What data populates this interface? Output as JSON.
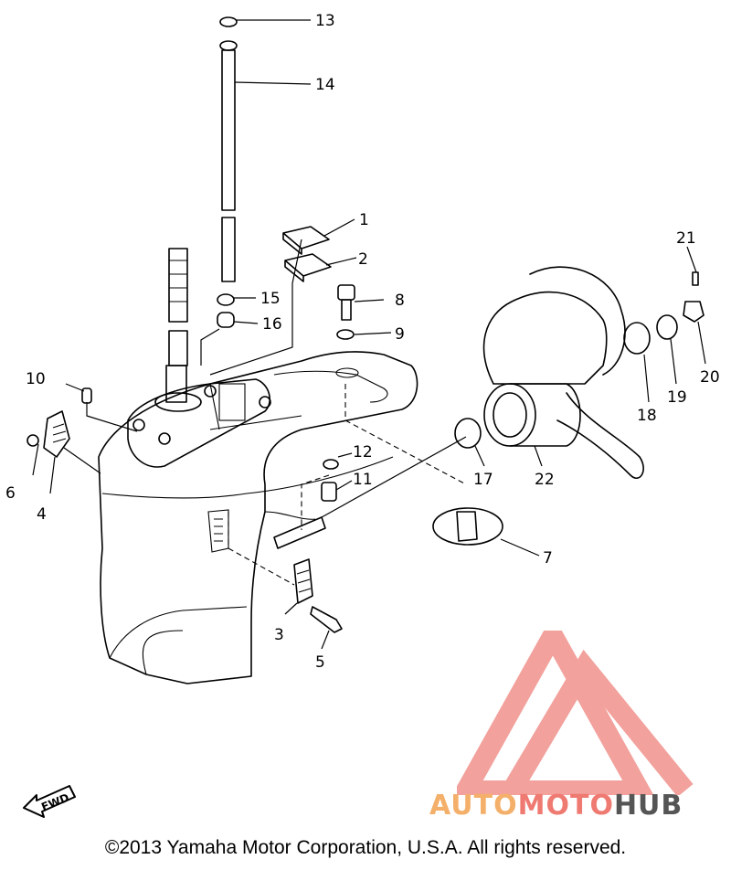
{
  "callouts": [
    "1",
    "2",
    "3",
    "4",
    "5",
    "6",
    "7",
    "8",
    "9",
    "10",
    "11",
    "12",
    "13",
    "14",
    "15",
    "16",
    "17",
    "18",
    "19",
    "20",
    "21",
    "22"
  ],
  "fwd_label": "FWD",
  "watermark": {
    "part1": "AUTO",
    "part2": "MOTO",
    "part3": "HUB"
  },
  "copyright": "©2013 Yamaha Motor Corporation, U.S.A. All rights reserved.",
  "colors": {
    "line": "#000000",
    "logo": "#f2a19c",
    "auto": "#f4b06a",
    "moto": "#ef7a72",
    "hub": "#555555"
  },
  "icons": [
    "fwd-arrow-icon",
    "automotohub-logo-icon"
  ]
}
